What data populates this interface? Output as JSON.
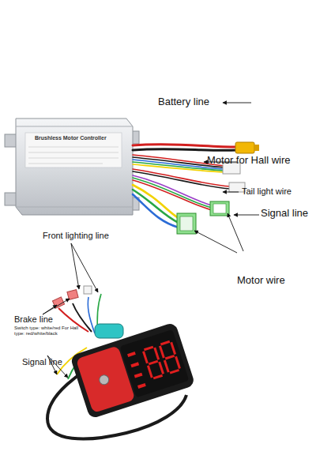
{
  "diagram": {
    "labels": [
      "Brushless Motor Controller",
      "Battery line",
      "Motor for Hall wire",
      "Tail light wire",
      "Signal line",
      "Motor wire",
      "Front lighting line",
      "Brake line",
      "Switch type: white/red For Hall type: red/white/black",
      "Signal line"
    ]
  }
}
